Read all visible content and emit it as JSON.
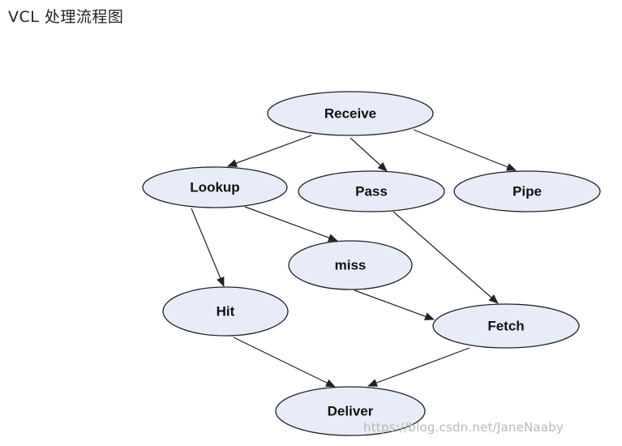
{
  "title": "VCL 处理流程图",
  "watermark": "https://blog.csdn.net/JaneNaaby",
  "colors": {
    "node_fill": "#e8ecf8",
    "node_stroke": "#222222",
    "text": "#111111"
  },
  "nodes": [
    {
      "id": "receive",
      "label": "Receive"
    },
    {
      "id": "lookup",
      "label": "Lookup"
    },
    {
      "id": "pass",
      "label": "Pass"
    },
    {
      "id": "pipe",
      "label": "Pipe"
    },
    {
      "id": "miss",
      "label": "miss"
    },
    {
      "id": "hit",
      "label": "Hit"
    },
    {
      "id": "fetch",
      "label": "Fetch"
    },
    {
      "id": "deliver",
      "label": "Deliver"
    }
  ],
  "edges": [
    {
      "from": "receive",
      "to": "lookup"
    },
    {
      "from": "receive",
      "to": "pass"
    },
    {
      "from": "receive",
      "to": "pipe"
    },
    {
      "from": "lookup",
      "to": "miss"
    },
    {
      "from": "lookup",
      "to": "hit"
    },
    {
      "from": "pass",
      "to": "fetch"
    },
    {
      "from": "miss",
      "to": "fetch"
    },
    {
      "from": "hit",
      "to": "deliver"
    },
    {
      "from": "fetch",
      "to": "deliver"
    }
  ]
}
